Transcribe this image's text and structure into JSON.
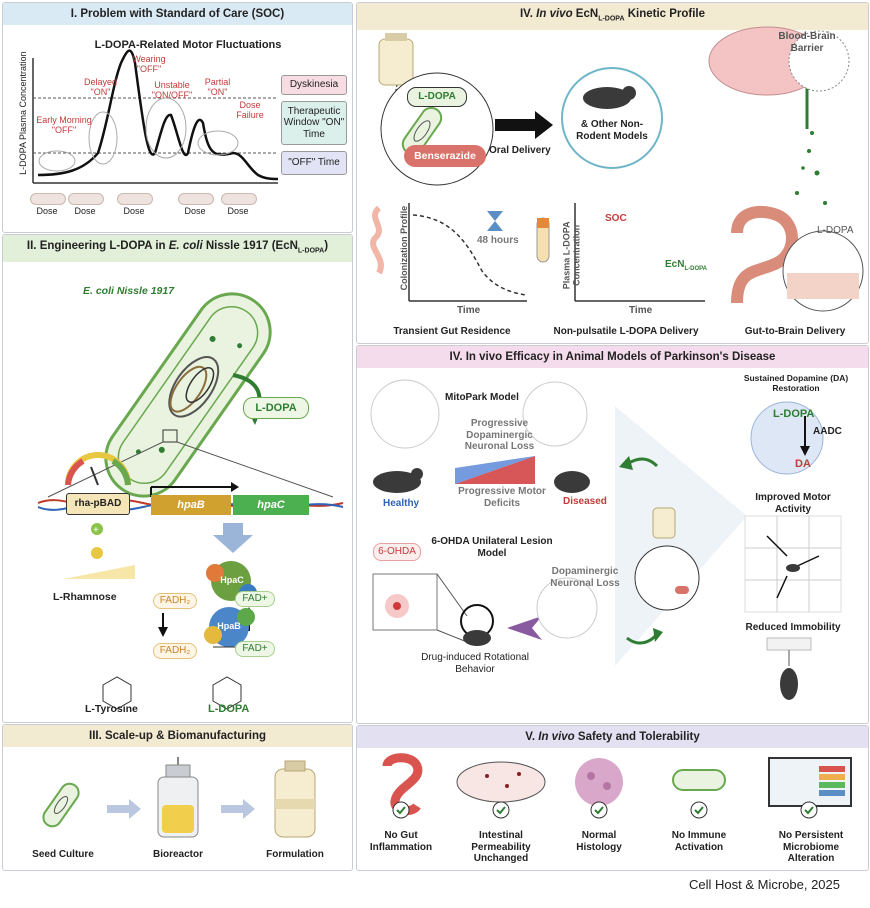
{
  "panels": {
    "p1": {
      "title": "I. Problem with Standard of Care (SOC)",
      "chart_title": "L-DOPA-Related Motor Fluctuations",
      "ylabel": "L-DOPA Plasma Concentration",
      "annotations": [
        "Early Morning \"OFF\"",
        "Delayed \"ON\"",
        "Wearing \"OFF\"",
        "Unstable \"ON/OFF\"",
        "Partial \"ON\"",
        "Dose Failure"
      ],
      "zones": [
        "Dyskinesia",
        "Therapeutic Window \"ON\" Time",
        "\"OFF\" Time"
      ],
      "doses": [
        "Dose",
        "Dose",
        "Dose",
        "Dose",
        "Dose"
      ]
    },
    "p2": {
      "title_pre": "II. Engineering L-DOPA in ",
      "title_em": "E. coli",
      "title_post": " Nissle 1917 (EcN",
      "title_sub": "L-DOPA",
      "title_end": ")",
      "strain": "E. coli Nissle 1917",
      "product": "L-DOPA",
      "promoter": "rha-pBAD",
      "genes": [
        "hpaB",
        "hpaC"
      ],
      "inducer": "L-Rhamnose",
      "enzymes": [
        "HpaC",
        "HpaB"
      ],
      "cofactors": [
        "FADH₂",
        "FAD+",
        "FADH₂",
        "FAD+"
      ],
      "substrate": "L-Tyrosine",
      "output": "L-DOPA"
    },
    "p3": {
      "title": "III. Scale-up & Biomanufacturing",
      "steps": [
        "Seed Culture",
        "Bioreactor",
        "Formulation"
      ]
    },
    "p4": {
      "title_pre": "IV. ",
      "title_em": "In vivo",
      "title_mid": " EcN",
      "title_sub": "L-DOPA",
      "title_post": " Kinetic Profile",
      "ldopa_tag": "L-DOPA",
      "benserazide": "Benserazide",
      "oral": "Oral Delivery",
      "models": "& Other Non-Rodent Models",
      "bbb": "Blood-Brain Barrier",
      "gut_ldopa": "L-DOPA",
      "col_ylabel": "Colonization Profile",
      "col_xlabel": "Time",
      "hours": "48 hours",
      "pk_ylabel": "Plasma L-DOPA Concentration",
      "pk_xlabel": "Time",
      "soc": "SOC",
      "ecn": "EcN",
      "ecn_sub": "L-DOPA",
      "captions": [
        "Transient Gut Residence",
        "Non-pulsatile L-DOPA Delivery",
        "Gut-to-Brain Delivery"
      ]
    },
    "p5": {
      "title": "IV. In vivo Efficacy in Animal Models of Parkinson's Disease",
      "mitopark": "MitoPark Model",
      "loss": "Progressive Dopaminergic Neuronal Loss",
      "motor": "Progressive Motor Deficits",
      "healthy": "Healthy",
      "diseased": "Diseased",
      "ohda_model": "6-OHDA Unilateral Lesion Model",
      "ohda_tag": "6-OHDA",
      "da_loss": "Dopaminergic Neuronal Loss",
      "rotation": "Drug-induced Rotational Behavior",
      "sustained": "Sustained Dopamine (DA) Restoration",
      "ldopa": "L-DOPA",
      "aadc": "AADC",
      "da": "DA",
      "improved": "Improved Motor Activity",
      "reduced": "Reduced Immobility"
    },
    "p6": {
      "title_pre": "V. ",
      "title_em": "In vivo",
      "title_post": " Safety and Tolerability",
      "items": [
        "No Gut Inflammation",
        "Intestinal Permeability Unchanged",
        "Normal Histology",
        "No Immune Activation",
        "No Persistent Microbiome Alteration"
      ]
    }
  },
  "footer": "Cell Host & Microbe, 2025",
  "colors": {
    "accent_green": "#2f7d32",
    "soc_red": "#c23b3b",
    "dyskinesia": "#f7dce3",
    "window": "#dbf0ea",
    "off": "#e2e3f4"
  }
}
